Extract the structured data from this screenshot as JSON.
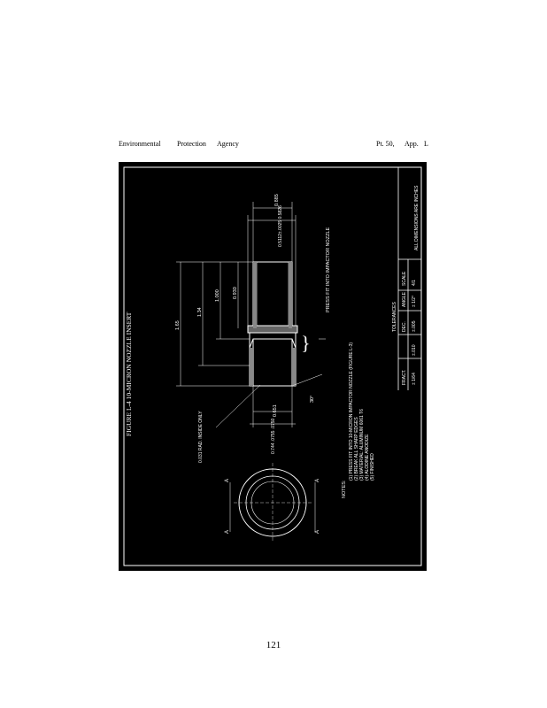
{
  "header": {
    "left_words": [
      "Environmental",
      "Protection",
      "Agency"
    ],
    "right_words": [
      "Pt. 50,",
      "App.",
      "L"
    ]
  },
  "page_number": "121",
  "figure": {
    "title": "FIGURE L-4   10-MICRON NOZZLE INSERT",
    "press_fit_label": "PRESS FIT INTO IMPACTOR NOZZLE",
    "radius_note": "0.031 RAD. INSIDE ONLY",
    "angle_label": "30°",
    "dimensions": {
      "d_1_65": "1.65",
      "d_1_34": "1.34",
      "d_1_000": "1.000",
      "d_0_930": "0.930",
      "d_0_885": "0.885",
      "d_press": "0.5112±.0025  0.5826",
      "d_0_651": "0.651",
      "d_0_744": "0.744  .0755\n           .0750"
    },
    "section_marks": [
      "A",
      "A",
      "A",
      "A"
    ],
    "notes": {
      "heading": "NOTES:",
      "items": [
        "(1) PRESS FIT INTO 10-MICRON IMPACTOR NOZZLE (FIGURE L-3)",
        "(2) BREAK ALL SHARP EDGES",
        "(3) MATERIAL: ALUMINUM 6061 T6",
        "(4) ALODINE ANODIZE",
        "(5) FINISHED"
      ]
    },
    "title_block": {
      "tolerances": "TOLERANCES",
      "fract": "FRACT.",
      "fract_val": "± 1/64",
      "dec": "DEC.",
      "dec_val1": "±.005",
      "dec_val2": "±.010",
      "angle": "ANGLE",
      "angle_val": "± 1/2°",
      "scale": "SCALE",
      "scale_val": "4/1",
      "all_dims": "ALL DIMENSIONS ARE INCHES"
    }
  }
}
